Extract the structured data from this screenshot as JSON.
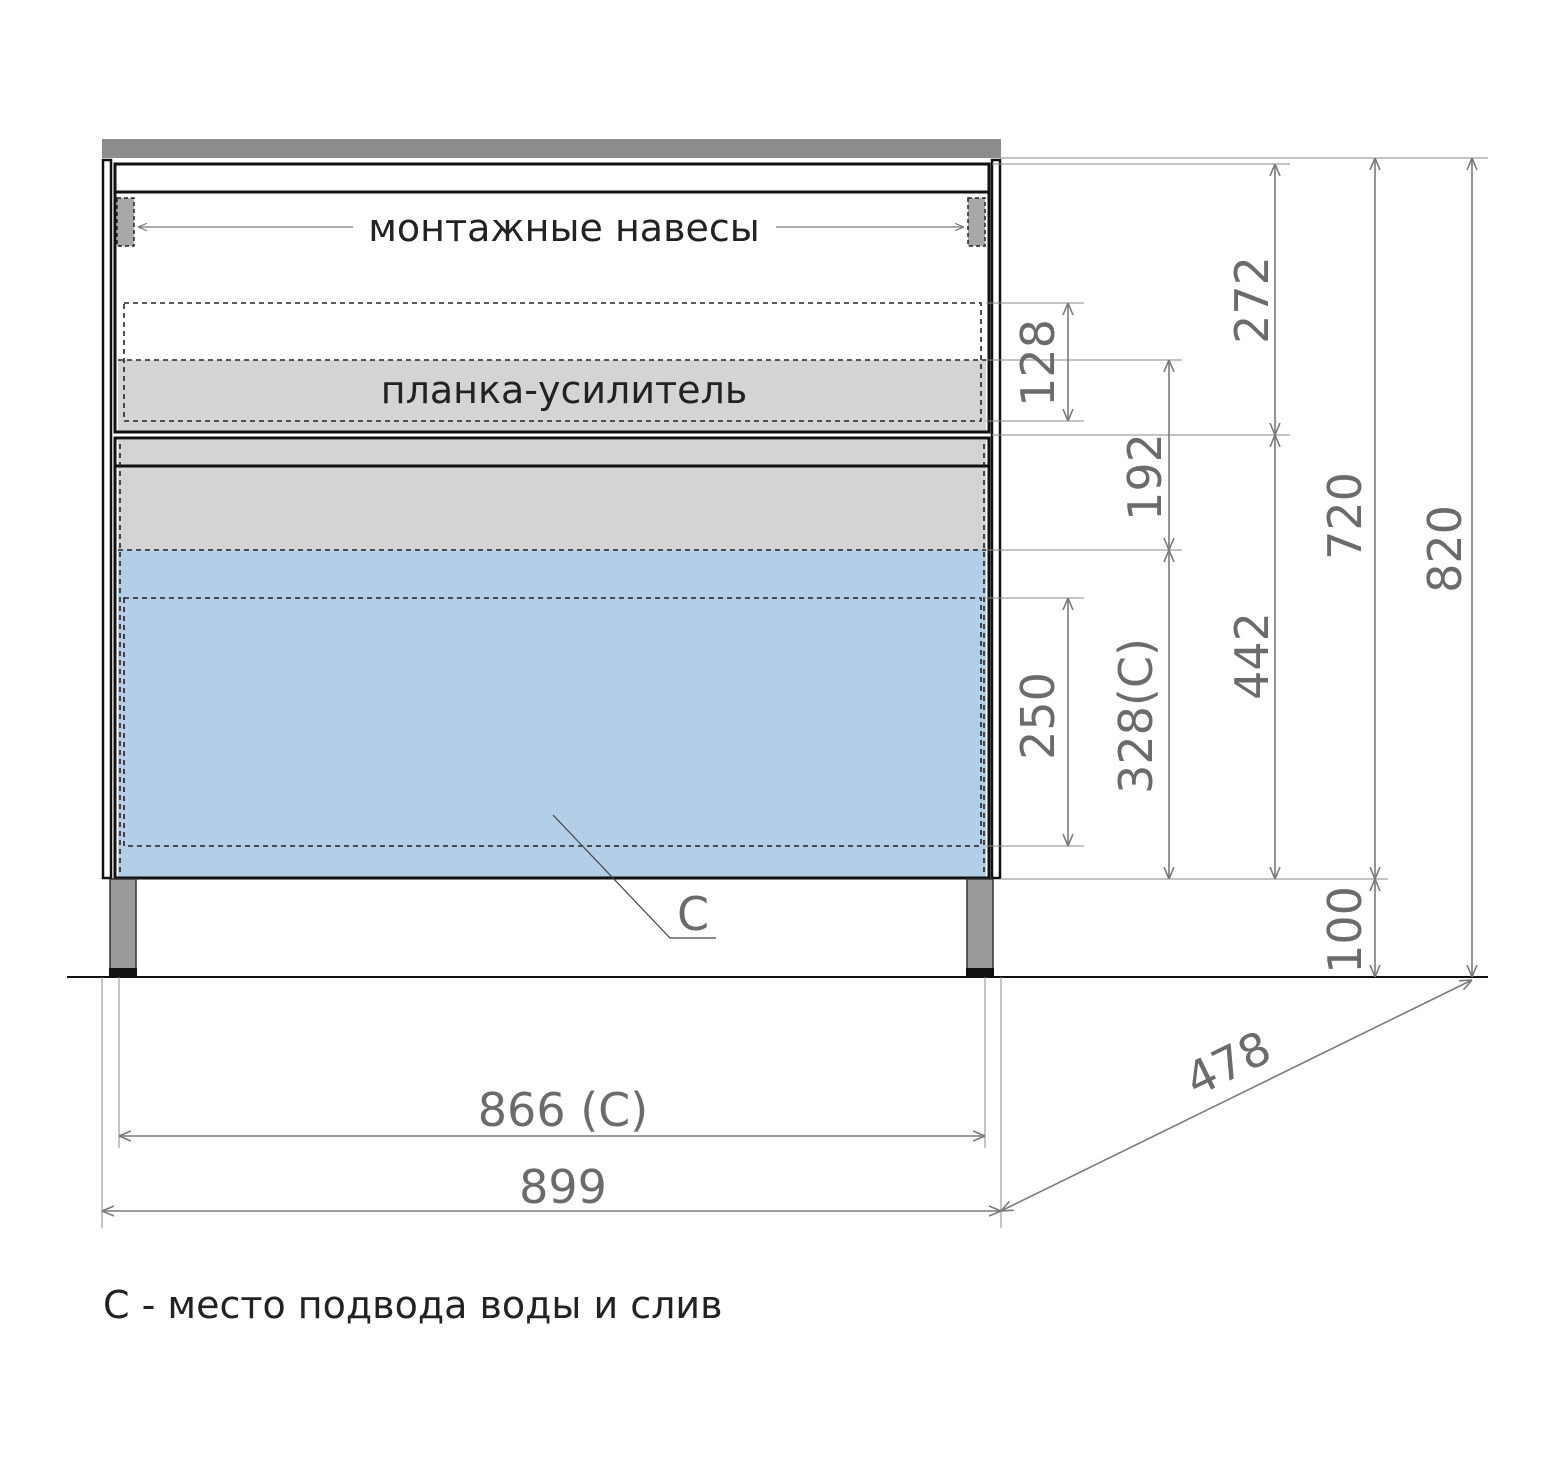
{
  "labels": {
    "mounting_hangers": "монтажные навесы",
    "reinforcement_strip": "планка-усилитель",
    "c_marker": "C"
  },
  "dimensions": {
    "d128": "128",
    "d272": "272",
    "d720": "720",
    "d820": "820",
    "d192": "192",
    "d442": "442",
    "d250": "250",
    "d328c": "328(C)",
    "d100": "100",
    "d866c": "866 (C)",
    "d899": "899",
    "d478": "478"
  },
  "legend": "C - место подвода воды и слив",
  "colors": {
    "worktop": "#8c8c8c",
    "strip_fill": "#d4d4d4",
    "service_zone": "#b3cfe8",
    "legs": "#9a9a9a",
    "hanger": "#a8a8a8"
  }
}
